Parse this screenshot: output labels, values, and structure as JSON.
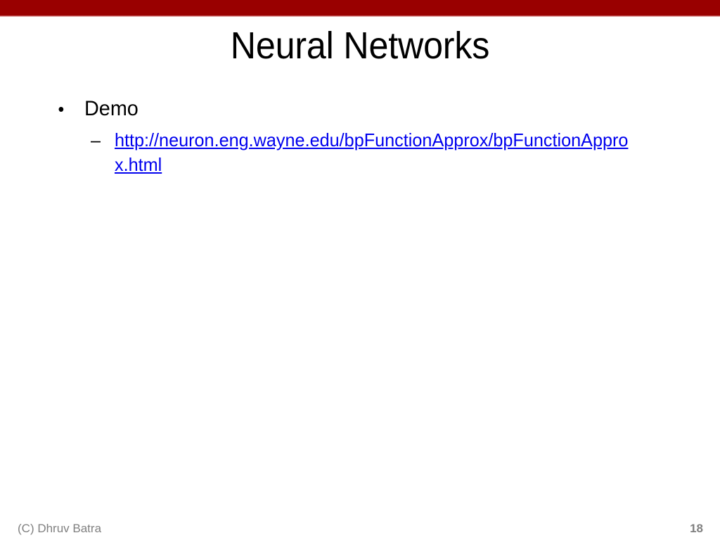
{
  "slide": {
    "title": "Neural Networks",
    "accent_color": "#990000",
    "link_color": "#0000ee",
    "footer_color": "#808080",
    "background_color": "#ffffff"
  },
  "content": {
    "bullets": [
      {
        "marker": "•",
        "text": "Demo",
        "level": 1
      }
    ],
    "sub_bullets": [
      {
        "marker": "–",
        "text": "http://neuron.eng.wayne.edu/bpFunctionApprox/bpFunctionApprox.html",
        "level": 2
      }
    ]
  },
  "footer": {
    "credit": "(C) Dhruv Batra",
    "page_number": "18"
  }
}
